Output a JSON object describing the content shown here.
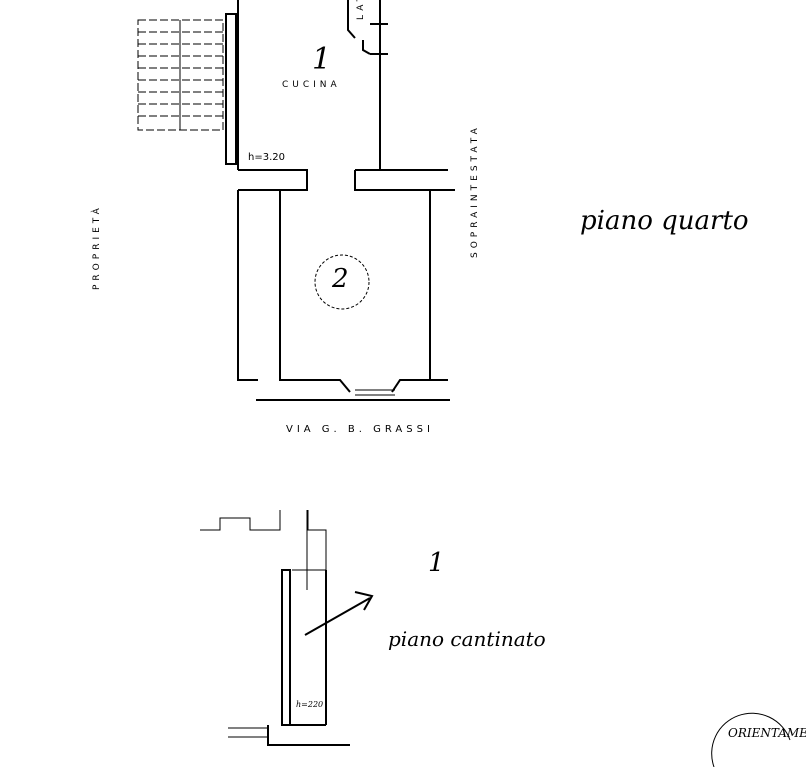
{
  "fourth_floor": {
    "title": "piano quarto",
    "room_1_number": "1",
    "room_1_label": "CUCINA",
    "latrine_label": "LATRI",
    "room_2_number": "2",
    "height_label": "h=3.20",
    "right_neighbor": "SOPRAINTESTATA",
    "left_neighbor": "PROPRIETÀ",
    "street": "VIA G. B. GRASSI"
  },
  "basement": {
    "title": "piano cantinato",
    "cellar_number": "1",
    "height_label": "h=220"
  },
  "orientation_label": "ORIENTAME"
}
